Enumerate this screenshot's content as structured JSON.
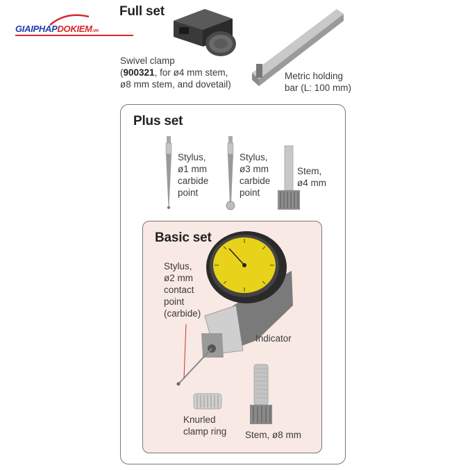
{
  "logo": {
    "part1": "GIAIPHAP",
    "part2": "DOKIEM",
    "suffix": ".vn"
  },
  "full_set": {
    "title": "Full set",
    "swivel_clamp": {
      "line1": "Swivel clamp",
      "line2_code": "900321",
      "line2_rest": ", for ø4 mm stem,",
      "line3": "ø8 mm stem, and dovetail)",
      "open_paren": "("
    },
    "holding_bar": {
      "line1": "Metric holding",
      "line2": "bar (L: 100 mm)"
    }
  },
  "plus_set": {
    "title": "Plus set",
    "stylus_1mm": [
      "Stylus,",
      "ø1 mm",
      "carbide",
      "point"
    ],
    "stylus_3mm": [
      "Stylus,",
      "ø3 mm",
      "carbide",
      "point"
    ],
    "stem_4mm": [
      "Stem,",
      "ø4 mm"
    ]
  },
  "basic_set": {
    "title": "Basic set",
    "stylus_2mm": [
      "Stylus,",
      "ø2 mm",
      "contact",
      "point",
      "(carbide)"
    ],
    "indicator": "Indicator",
    "clamp_ring": [
      "Knurled",
      "clamp ring"
    ],
    "stem_8mm": "Stem, ø8 mm"
  },
  "colors": {
    "dial_face": "#e8d21a",
    "basic_bg": "#f8e9e4",
    "metal": "#b9b9b9",
    "logo_blue": "#1e3fae",
    "logo_red": "#d8262d"
  }
}
